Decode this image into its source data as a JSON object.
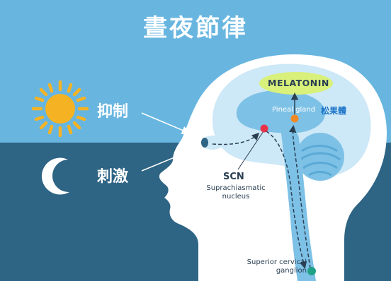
{
  "title": "晝夜節律",
  "labels": {
    "inhibit": "抑制",
    "stimulate": "刺激",
    "melatonin": "MELATONIN",
    "pineal_gland": "Pineal gland",
    "pineal_gland_cn": "松果體",
    "scn": "SCN",
    "scn_full": "Suprachiasmatic nucleus",
    "superior_cervical_ganglion": "Superior cervical ganglion"
  },
  "colors": {
    "day_sky": "#68b6e0",
    "night_sky": "#2e6484",
    "sun": "#f5b324",
    "moon": "#ffffff",
    "head": "#ffffff",
    "brain": "#9fd0ee",
    "pathway": "#7ec1e6",
    "melatonin_highlight": "#d9f07a",
    "scn_dot": "#e8334a",
    "pineal_dot": "#f08a24",
    "ganglion_dot": "#1fa087"
  }
}
